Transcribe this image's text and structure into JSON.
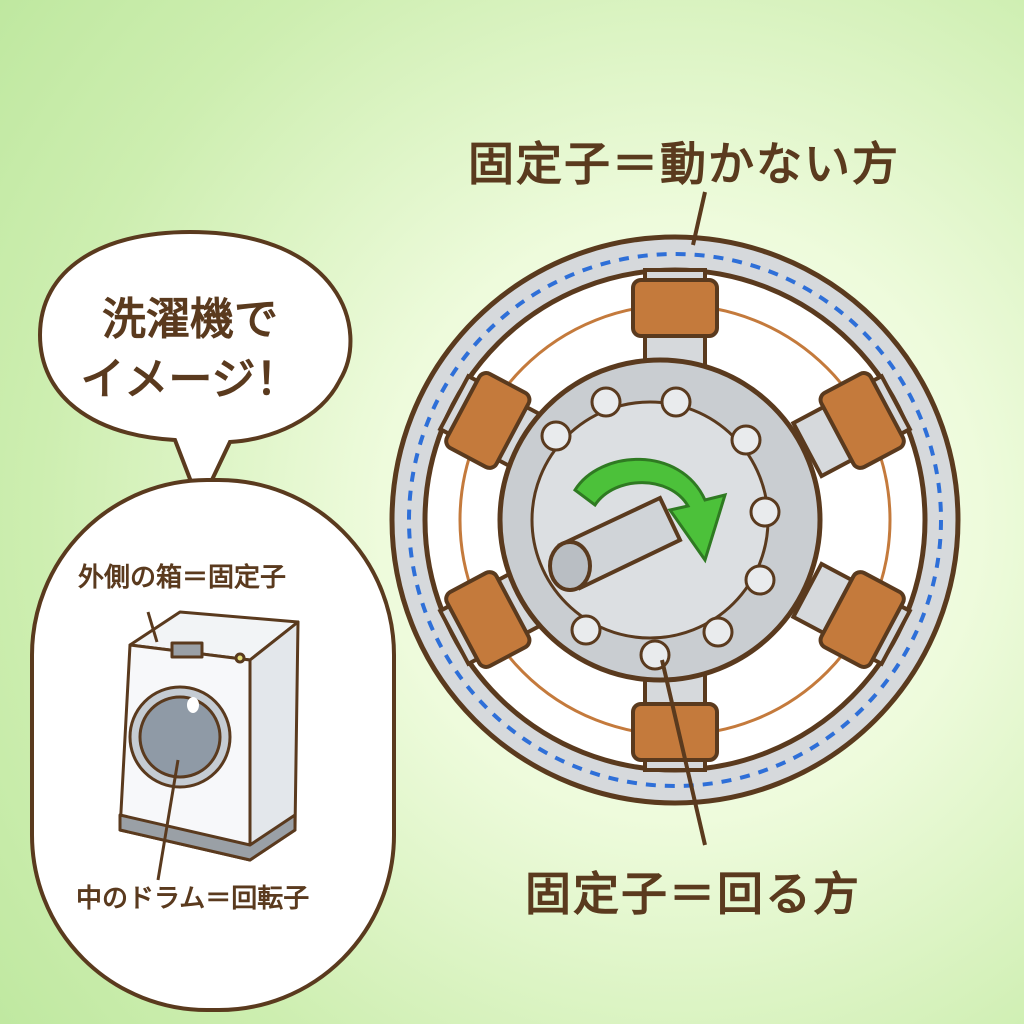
{
  "motor": {
    "stator_label": "固定子＝動かない方",
    "rotor_label": "固定子＝回る方"
  },
  "bubble": {
    "line1": "洗濯機で",
    "line2": "イメージ！"
  },
  "washer": {
    "outer_label": "外側の箱＝固定子",
    "inner_label": "中のドラム＝回転子"
  },
  "colors": {
    "outline": "#5a3a1e",
    "coil": "#c47a3c",
    "flux_arrow": "#2e6fd8",
    "rotation_arrow": "#4cc13a",
    "metal": "#cfd3d6"
  }
}
